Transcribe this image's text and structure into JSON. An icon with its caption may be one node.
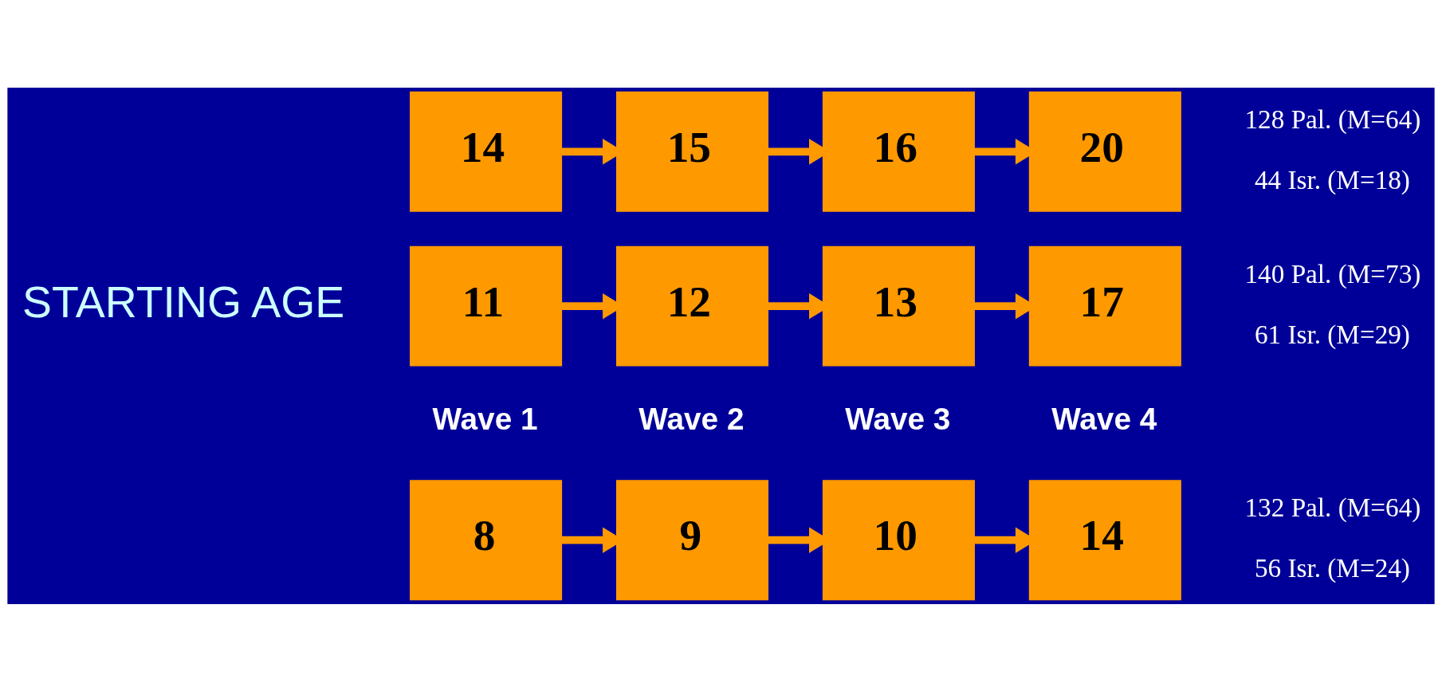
{
  "diagram": {
    "nodes": [
      {
        "text": [
          "8"
        ]
      },
      {
        "text": [
          "9"
        ]
      },
      {
        "text": [
          "10"
        ]
      },
      {
        "text": [
          "14"
        ],
        "beside": [
          "132 Pal. (M=64)",
          "56 Isr. (M=24)"
        ]
      },
      {
        "text": [
          "11"
        ]
      },
      {
        "text": [
          "12"
        ]
      },
      {
        "text": [
          "13"
        ]
      },
      {
        "text": [
          "17"
        ],
        "beside": [
          "140 Pal. (M=73)",
          "61 Isr. (M=29)"
        ]
      },
      {
        "text": [
          "14"
        ]
      },
      {
        "text": [
          "15"
        ]
      },
      {
        "text": [
          "16"
        ]
      },
      {
        "text": [
          "20"
        ],
        "beside": [
          "128 Pal. (M=64)",
          "44 Isr. (M=18)"
        ]
      }
    ],
    "edges": [
      {
        "from": 0,
        "to": 1,
        "arrow": "to"
      },
      {
        "from": 1,
        "to": 2,
        "arrow": "to"
      },
      {
        "from": 2,
        "to": 3,
        "arrow": "to"
      },
      {
        "from": 4,
        "to": 5,
        "arrow": "to"
      },
      {
        "from": 5,
        "to": 6,
        "arrow": "to"
      },
      {
        "from": 6,
        "to": 7,
        "arrow": "to"
      },
      {
        "from": 8,
        "to": 9,
        "arrow": "to"
      },
      {
        "from": 9,
        "to": 10,
        "arrow": "to"
      },
      {
        "from": 10,
        "to": 11,
        "arrow": "to"
      }
    ],
    "labels": [
      "Wave 1",
      "Wave 2",
      "Wave 3",
      "Wave 4",
      "STARTING AGE"
    ]
  }
}
